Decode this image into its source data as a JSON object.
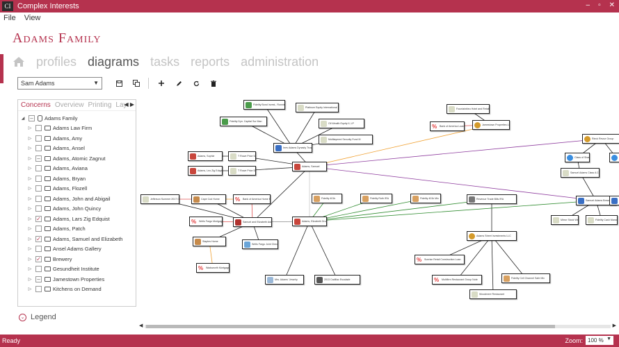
{
  "window": {
    "logo": "CI",
    "title": "Complex Interests",
    "controls": [
      "–",
      "▫",
      "✕"
    ]
  },
  "menu": [
    "File",
    "View"
  ],
  "brand": "Adams Family",
  "nav": {
    "home_icon": "home-icon",
    "items": [
      "profiles",
      "diagrams",
      "tasks",
      "reports",
      "administration"
    ],
    "active": "diagrams"
  },
  "toolbar": {
    "selected_person": "Sam Adams",
    "buttons": [
      "save-icon",
      "save-copy-icon",
      "add-icon",
      "edit-icon",
      "refresh-icon",
      "delete-icon"
    ]
  },
  "panel": {
    "tabs": [
      "Concerns",
      "Overview",
      "Printing",
      "Lay"
    ],
    "root": "Adams Family",
    "items": [
      {
        "label": "Adams Law Firm",
        "state": ""
      },
      {
        "label": "Adams, Amy",
        "state": ""
      },
      {
        "label": "Adams, Ansel",
        "state": ""
      },
      {
        "label": "Adams, Atomic Zagnut",
        "state": "partial"
      },
      {
        "label": "Adams, Aviana",
        "state": ""
      },
      {
        "label": "Adams, Bryan",
        "state": ""
      },
      {
        "label": "Adams, Flozell",
        "state": ""
      },
      {
        "label": "Adams, John and Abigail",
        "state": ""
      },
      {
        "label": "Adams, John Quincy",
        "state": ""
      },
      {
        "label": "Adams, Lars Zig Edquist",
        "state": "checked"
      },
      {
        "label": "Adams, Patch",
        "state": ""
      },
      {
        "label": "Adams, Samuel and Elizabeth",
        "state": "checked"
      },
      {
        "label": "Ansel Adams Gallery",
        "state": ""
      },
      {
        "label": "Brewery",
        "state": "checked"
      },
      {
        "label": "Gesundheit Institute",
        "state": ""
      },
      {
        "label": "Jamestown Properties",
        "state": "partial"
      },
      {
        "label": "Kitchens on Demand",
        "state": ""
      }
    ]
  },
  "legend": "Legend",
  "diagram": {
    "nodes": [
      {
        "id": "fba",
        "label": "Fidelity Bond Invest., Ronnie Man",
        "icon": "chart"
      },
      {
        "id": "pei",
        "label": "Platinum Equity International LP",
        "icon": "doc"
      },
      {
        "id": "fde",
        "label": "Fidelity Dyn. Capital Sur Man",
        "icon": "chart"
      },
      {
        "id": "mwe",
        "label": "Oil Wealth Equity II, LP",
        "icon": "doc"
      },
      {
        "id": "mrs",
        "label": "Multilayered Security Fund III",
        "icon": "doc"
      },
      {
        "id": "iat",
        "label": "Irrev Adams Dynasty Trust",
        "icon": "people"
      },
      {
        "id": "smj",
        "label": "Adams, Sophie",
        "icon": "person"
      },
      {
        "id": "ald",
        "label": "Adams, Leo Zig Edquist",
        "icon": "person"
      },
      {
        "id": "trp1",
        "label": "T Rowe Price 529 Plan",
        "icon": "doc"
      },
      {
        "id": "trp2",
        "label": "T Rowe Price 529 Plan",
        "icon": "doc"
      },
      {
        "id": "sam",
        "label": "Adams, Samuel",
        "icon": "person"
      },
      {
        "id": "dss",
        "label": "Jefferson Summer 2017 Cash",
        "icon": "doc"
      },
      {
        "id": "cct",
        "label": "Cape Cod Home",
        "icon": "home"
      },
      {
        "id": "boa1",
        "label": "Bank of America Home Equity",
        "icon": "pct"
      },
      {
        "id": "wfm",
        "label": "Wells Fargo Mortgage",
        "icon": "pct"
      },
      {
        "id": "se",
        "label": "Samuel and Elizabeth Adams",
        "icon": "couple"
      },
      {
        "id": "ea",
        "label": "Adams, Elizabeth Dru Mei",
        "icon": "person"
      },
      {
        "id": "sb",
        "label": "Staples Home",
        "icon": "home"
      },
      {
        "id": "wfc",
        "label": "Wells Fargo Joint Checking",
        "icon": "cash"
      },
      {
        "id": "wmm",
        "label": "Wadsworth Mortgage",
        "icon": "pct"
      },
      {
        "id": "mra",
        "label": "Mrs. Adams' Jewelry",
        "icon": "gem"
      },
      {
        "id": "cfs",
        "label": "2013 Cadillac Escalade",
        "icon": "car"
      },
      {
        "id": "fn1",
        "label": "Fidelity 401k",
        "icon": "shell"
      },
      {
        "id": "fn2",
        "label": "Fidelity Roth IRA",
        "icon": "shell"
      },
      {
        "id": "fn3",
        "label": "Fidelity 401k Mix",
        "icon": "shell"
      },
      {
        "id": "rrs",
        "label": "Revenue Trade Bills IRA",
        "icon": "bank"
      },
      {
        "id": "ffs",
        "label": "Fountainbleu Hotel and Retail Building",
        "icon": "doc"
      },
      {
        "id": "boa2",
        "label": "Bank of America Loan",
        "icon": "pct"
      },
      {
        "id": "jtp",
        "label": "Jamestown Properties LLC",
        "icon": "coin"
      },
      {
        "id": "adi",
        "label": "Adams Street Investments LLC",
        "icon": "coin"
      },
      {
        "id": "frc",
        "label": "Sunrise Retail Construction Loan",
        "icon": "pct"
      },
      {
        "id": "mrp",
        "label": "Multifirm Restaurant Group Note",
        "icon": "pct"
      },
      {
        "id": "fca",
        "label": "Fidelity Cell Channel Safe Mix",
        "icon": "shell"
      },
      {
        "id": "wrs",
        "label": "Woodmere Restaurant",
        "icon": "doc"
      },
      {
        "id": "rcg",
        "label": "Rieck Revue Group",
        "icon": "coin"
      },
      {
        "id": "cob",
        "label": "Class of Shares",
        "icon": "pie"
      },
      {
        "id": "sac",
        "label": "Samuel Adams Class A Common",
        "icon": "doc"
      },
      {
        "id": "sab",
        "label": "Samuel Adams Brewery Exec",
        "icon": "people"
      },
      {
        "id": "fsw",
        "label": "Mirror Stock Wealth",
        "icon": "doc"
      },
      {
        "id": "fcm",
        "label": "Fidelity Cash Management",
        "icon": "doc"
      },
      {
        "id": "r1",
        "label": "",
        "icon": "pie"
      },
      {
        "id": "r2",
        "label": "",
        "icon": "people"
      }
    ]
  },
  "status": {
    "text": "Ready",
    "zoom_label": "Zoom:",
    "zoom_value": "100 %"
  }
}
